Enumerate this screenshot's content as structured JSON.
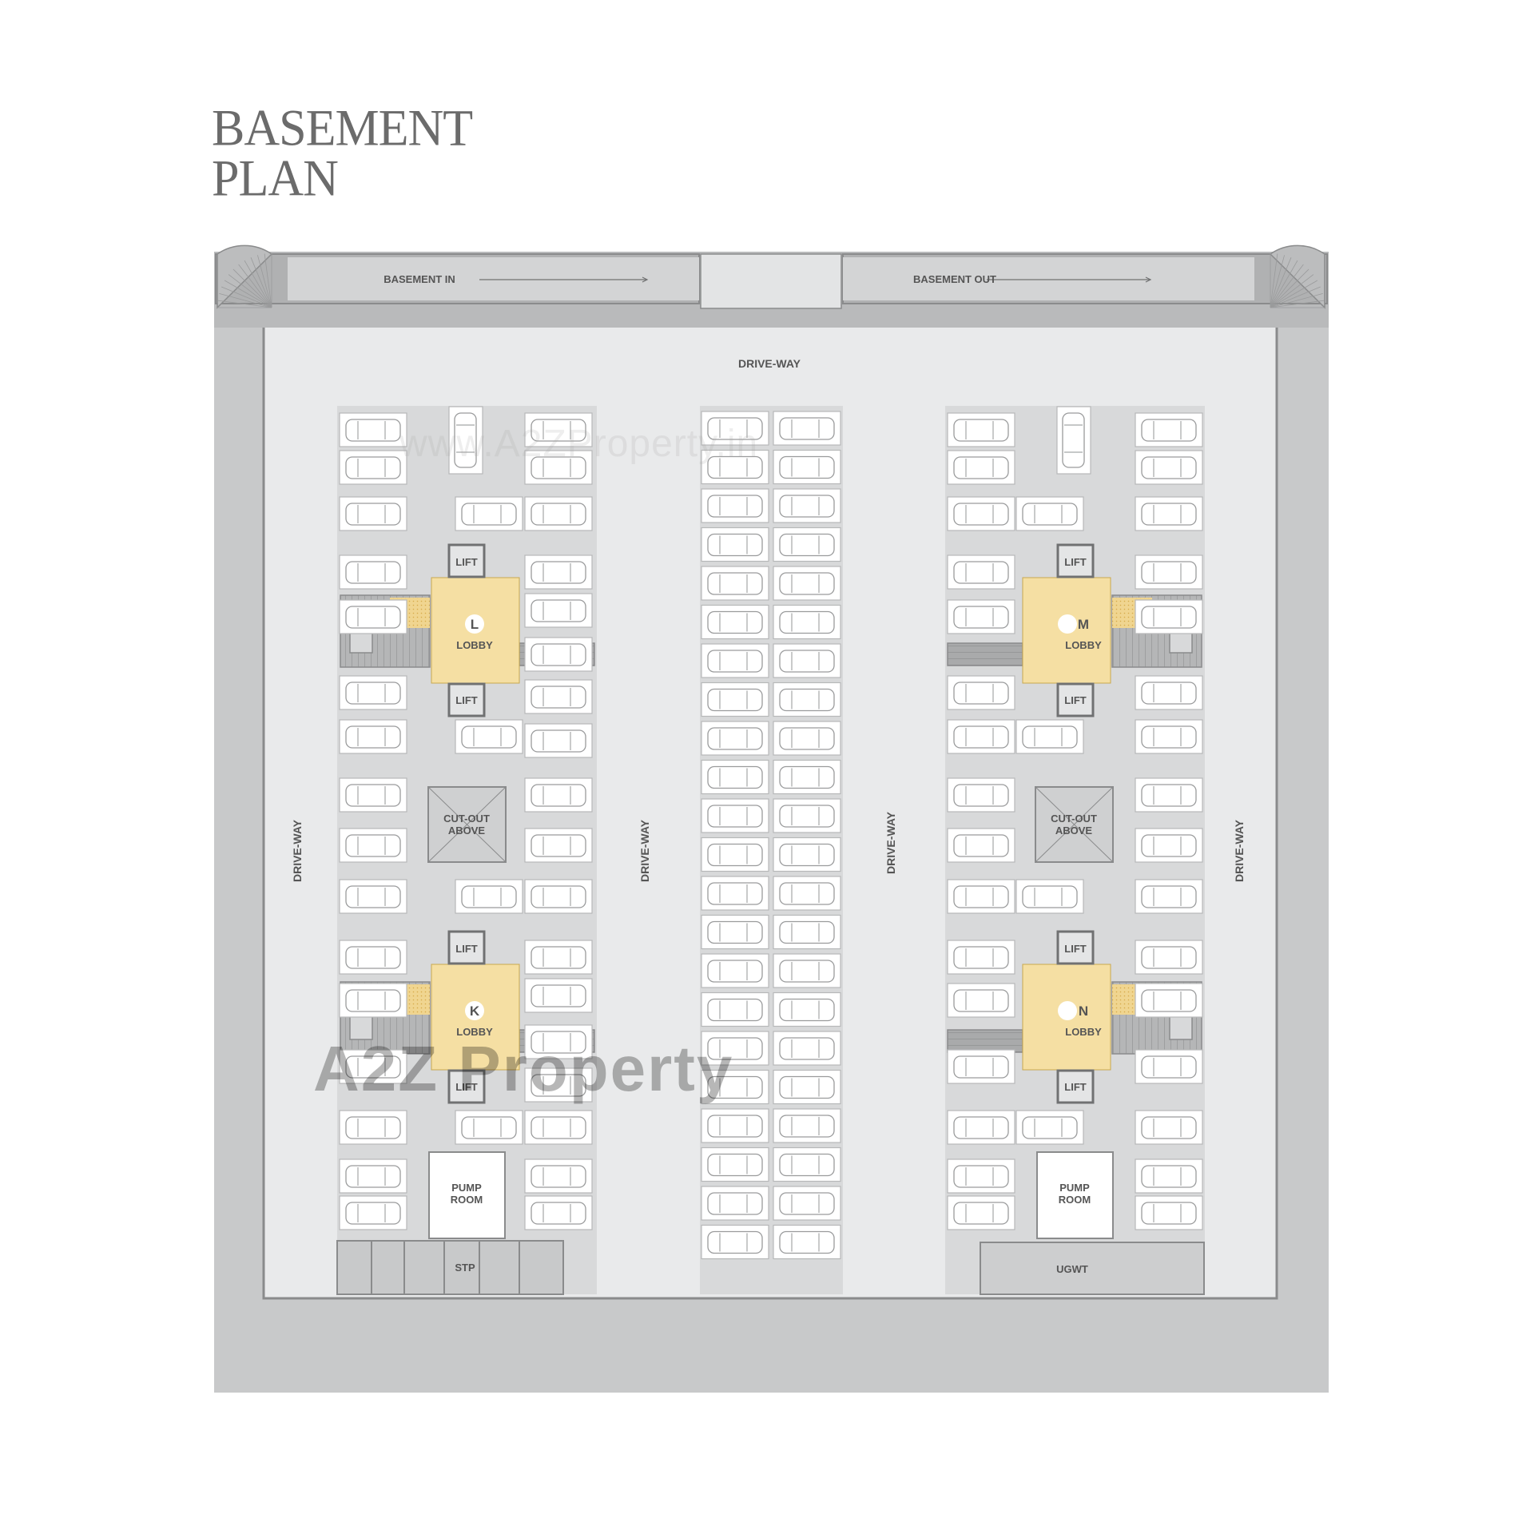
{
  "title": {
    "line1": "BASEMENT",
    "line2": "PLAN"
  },
  "labels": {
    "basement_in": "BASEMENT IN",
    "basement_out": "BASEMENT OUT",
    "drive_way": "DRIVE-WAY",
    "lift": "LIFT",
    "lobby": "LOBBY",
    "cutout_line1": "CUT-OUT",
    "cutout_line2": "ABOVE",
    "pump_line1": "PUMP",
    "pump_line2": "ROOM",
    "stp": "STP",
    "ugwt": "UGWT"
  },
  "lobbies": [
    "L",
    "K",
    "M",
    "N"
  ],
  "watermark": {
    "url": "www.A2ZProperty.in",
    "brand": "A2Z Property"
  },
  "colors": {
    "lobby": "#f5dfa3",
    "stair_accent": "#e9c978",
    "floor": "#e9eaeb",
    "wall": "#c4c5c6",
    "block": "#d8d9da",
    "line": "#8a8b8c"
  }
}
